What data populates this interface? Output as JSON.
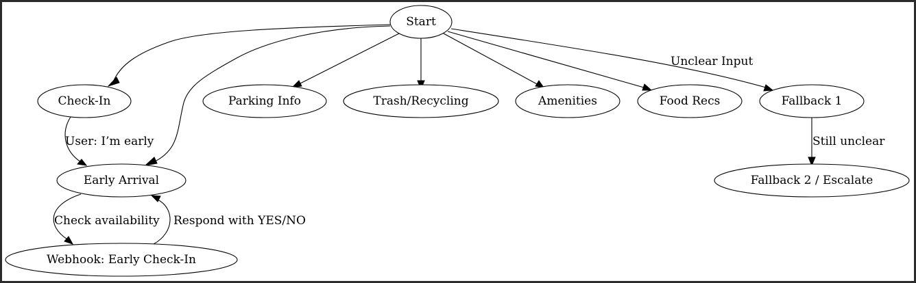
{
  "diagram": {
    "nodes": {
      "start": "Start",
      "check_in": "Check-In",
      "parking": "Parking Info",
      "trash": "Trash/Recycling",
      "amenities": "Amenities",
      "food": "Food Recs",
      "fallback1": "Fallback 1",
      "early": "Early Arrival",
      "fallback2": "Fallback 2 / Escalate",
      "webhook": "Webhook: Early Check-In"
    },
    "edges": [
      {
        "from": "start",
        "to": "check_in",
        "label": ""
      },
      {
        "from": "start",
        "to": "early",
        "label": ""
      },
      {
        "from": "start",
        "to": "parking",
        "label": ""
      },
      {
        "from": "start",
        "to": "trash",
        "label": ""
      },
      {
        "from": "start",
        "to": "amenities",
        "label": ""
      },
      {
        "from": "start",
        "to": "food",
        "label": ""
      },
      {
        "from": "start",
        "to": "fallback1",
        "label": "Unclear Input"
      },
      {
        "from": "check_in",
        "to": "early",
        "label": "User: I’m early"
      },
      {
        "from": "fallback1",
        "to": "fallback2",
        "label": "Still unclear"
      },
      {
        "from": "early",
        "to": "webhook",
        "label": "Check availability"
      },
      {
        "from": "webhook",
        "to": "early",
        "label": "Respond with YES/NO"
      }
    ]
  }
}
